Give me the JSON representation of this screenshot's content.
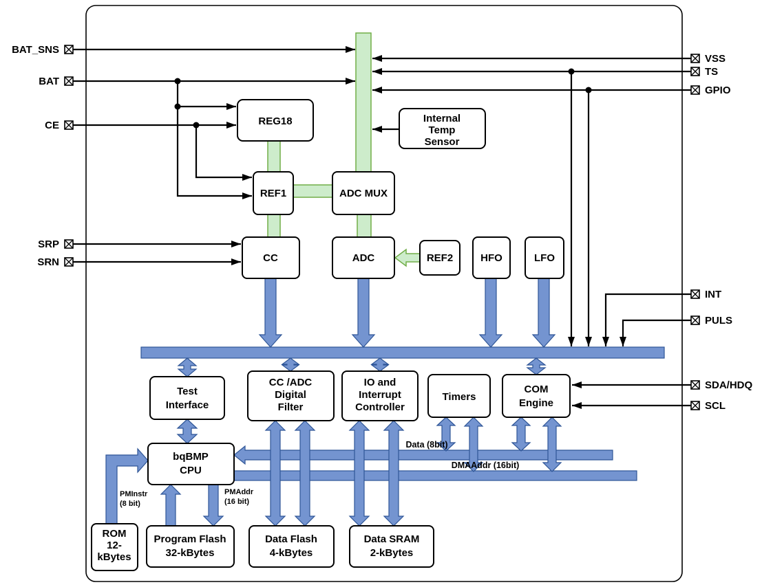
{
  "pins": {
    "bat_sns": "BAT_SNS",
    "bat": "BAT",
    "ce": "CE",
    "srp": "SRP",
    "srn": "SRN",
    "vss": "VSS",
    "ts": "TS",
    "gpio": "GPIO",
    "int": "INT",
    "puls": "PULS",
    "sda_hdq": "SDA/HDQ",
    "scl": "SCL"
  },
  "blocks": {
    "reg18": "REG18",
    "temp_sensor": {
      "l1": "Internal",
      "l2": "Temp",
      "l3": "Sensor"
    },
    "ref1": "REF1",
    "adc_mux": "ADC MUX",
    "cc": "CC",
    "adc": "ADC",
    "ref2": "REF2",
    "hfo": "HFO",
    "lfo": "LFO",
    "test_interface": {
      "l1": "Test",
      "l2": "Interface"
    },
    "digital_filter": {
      "l1": "CC /ADC",
      "l2": "Digital",
      "l3": "Filter"
    },
    "io_interrupt": {
      "l1": "IO and",
      "l2": "Interrupt",
      "l3": "Controller"
    },
    "timers": "Timers",
    "com_engine": {
      "l1": "COM",
      "l2": "Engine"
    },
    "cpu": {
      "l1": "bqBMP",
      "l2": "CPU"
    },
    "rom": {
      "l1": "ROM",
      "l2": "12-",
      "l3": "kBytes"
    },
    "program_flash": {
      "l1": "Program Flash",
      "l2": "32-kBytes"
    },
    "data_flash": {
      "l1": "Data Flash",
      "l2": "4-kBytes"
    },
    "data_sram": {
      "l1": "Data SRAM",
      "l2": "2-kBytes"
    }
  },
  "bus_labels": {
    "data": "Data (8bit)",
    "dma": "DMAAddr (16bit)",
    "pminstr_l1": "PMInstr",
    "pminstr_l2": "(8 bit)",
    "pmaddr_l1": "PMAddr",
    "pmaddr_l2": "(16 bit)"
  },
  "colors": {
    "background": "#ffffff",
    "line": "#000000",
    "block_border": "#000000",
    "green_fill": "#cdeccb",
    "green_stroke": "#70ad47",
    "blue_fill": "#7494d0",
    "blue_stroke": "#2e5596"
  }
}
